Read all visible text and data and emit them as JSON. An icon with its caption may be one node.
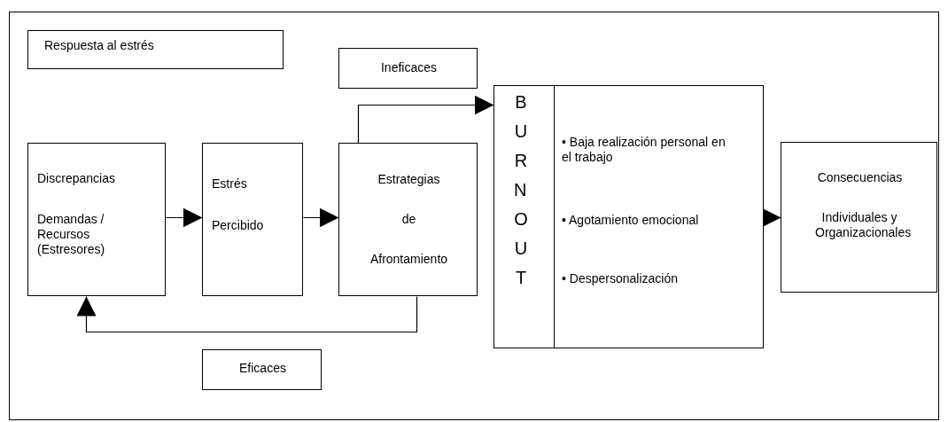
{
  "diagram": {
    "nodes": [
      {
        "text": [
          "Respuesta al estrés"
        ]
      },
      {
        "text": [
          "Ineficaces"
        ]
      },
      {
        "text": [
          "Discrepancias",
          "Demandas / Recursos (Estresores)"
        ]
      },
      {
        "text": [
          "Estrés",
          "Percibido"
        ]
      },
      {
        "text": [
          "Estrategias",
          "de",
          "Afrontamiento"
        ]
      },
      {
        "text": [
          "BURN OUT",
          "• Baja realización personal en el trabajo",
          "• Agotamiento emocional",
          "• Despersonalización"
        ]
      },
      {
        "text": [
          "Consecuencias",
          "Individuales y Organizacionales"
        ]
      },
      {
        "text": [
          "Eficaces"
        ]
      }
    ],
    "edges": [
      {
        "from": 2,
        "to": 3,
        "arrow": "to"
      },
      {
        "from": 3,
        "to": 4,
        "arrow": "to"
      },
      {
        "from": 4,
        "to": 5,
        "arrow": "to"
      },
      {
        "from": 4,
        "to": 2,
        "arrow": "to"
      },
      {
        "from": 5,
        "to": 6,
        "arrow": "to"
      }
    ]
  }
}
